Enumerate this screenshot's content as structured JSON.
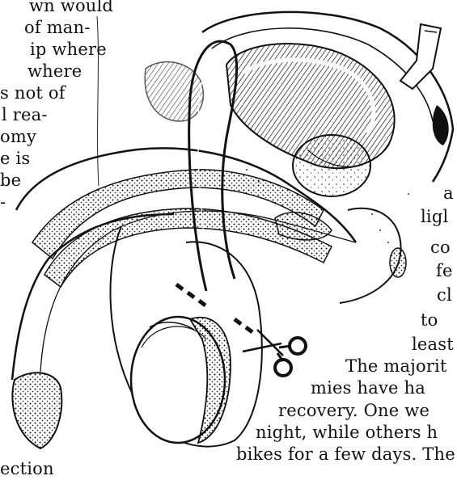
{
  "left_text_lines": [
    "wn would",
    "of man-",
    "ip where",
    "where",
    "s not of",
    "l rea-",
    "omy",
    "e is",
    "be",
    "-"
  ],
  "left_bottom_line": "ection",
  "right_text_lines": [
    "a",
    "ligl",
    "co",
    "fe",
    "cl",
    "to",
    "least"
  ],
  "bottom_text_lines": [
    "The majorit",
    "mies  have  ha",
    "recovery.  One  we",
    "night, while others h",
    "bikes for a few days. The"
  ]
}
